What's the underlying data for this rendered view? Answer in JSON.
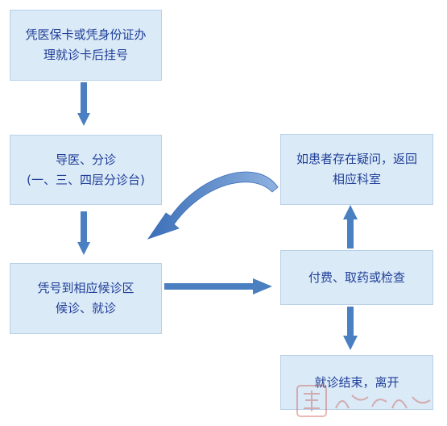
{
  "nodes": {
    "step1": [
      "凭医保卡或凭身份证办",
      "理就诊卡后挂号"
    ],
    "step2": [
      "导医、分诊",
      "(一、三、四层分诊台)"
    ],
    "step3": [
      "凭号到相应候诊区",
      "候诊、就诊"
    ],
    "step4": [
      "付费、取药或检查"
    ],
    "step5": [
      "就诊结束，离开"
    ],
    "step6": [
      "如患者存在疑问，返回",
      "相应科室"
    ]
  },
  "colors": {
    "box_fill": "#dbeaf7",
    "box_border": "#b8d0e8",
    "text": "#1f3f98",
    "arrow": "#4a7fc1"
  }
}
